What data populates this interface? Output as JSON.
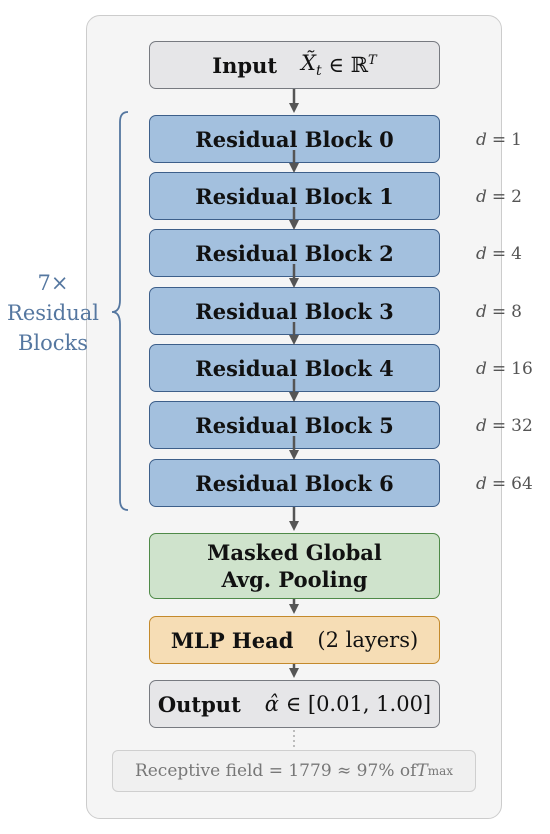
{
  "input": {
    "label": "Input",
    "symbol": "X̃",
    "subscript": "t",
    "in": "∈",
    "space": "ℝ",
    "superscript": "T"
  },
  "blocks": [
    {
      "label": "Residual Block 0",
      "dilation": "1"
    },
    {
      "label": "Residual Block 1",
      "dilation": "2"
    },
    {
      "label": "Residual Block 2",
      "dilation": "4"
    },
    {
      "label": "Residual Block 3",
      "dilation": "8"
    },
    {
      "label": "Residual Block 4",
      "dilation": "16"
    },
    {
      "label": "Residual Block 5",
      "dilation": "32"
    },
    {
      "label": "Residual Block 6",
      "dilation": "64"
    }
  ],
  "dilation_var": "d",
  "dilation_eq": "=",
  "brace": {
    "line1": "7×",
    "line2": "Residual",
    "line3": "Blocks"
  },
  "pooling": {
    "line1": "Masked Global",
    "line2": "Avg. Pooling"
  },
  "mlp": {
    "label": "MLP Head",
    "detail": "(2 layers)"
  },
  "output": {
    "label": "Output",
    "symbol": "α̂",
    "range": "∈ [0.01, 1.00]"
  },
  "footer": {
    "prefix": "Receptive field = 1779 ≈ 97% of ",
    "var": "T",
    "subscript": "max"
  },
  "colors": {
    "block_fill": "#a3c0de",
    "block_border": "#3d5f8a",
    "pool_fill": "#cfe3cc",
    "mlp_fill": "#f6ddb5",
    "brace": "#5577a0"
  }
}
